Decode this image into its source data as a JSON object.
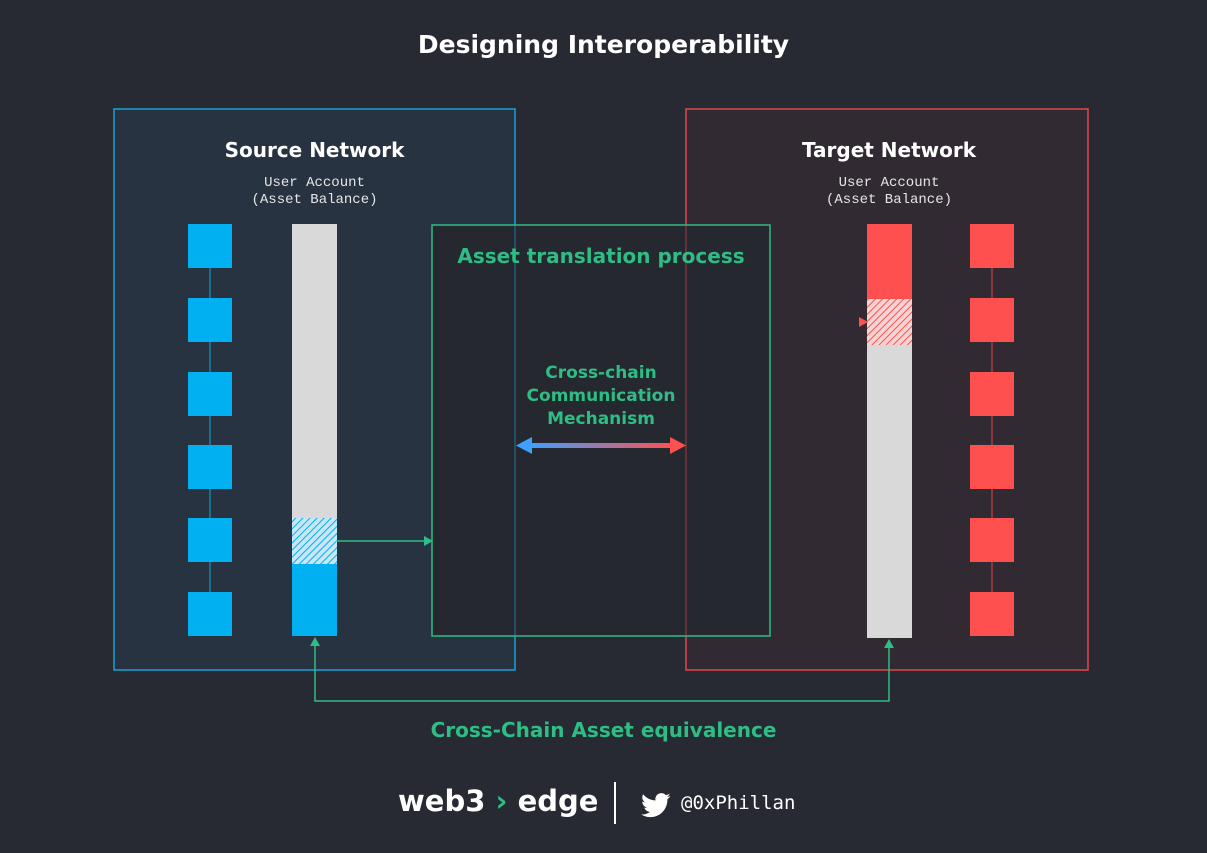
{
  "title": "Designing Interoperability",
  "source": {
    "title": "Source Network",
    "account_line1": "User Account",
    "account_line2": "(Asset Balance)"
  },
  "target": {
    "title": "Target Network",
    "account_line1": "User Account",
    "account_line2": "(Asset Balance)"
  },
  "process": {
    "title": "Asset translation process",
    "mechanism_line1": "Cross-chain",
    "mechanism_line2": "Communication",
    "mechanism_line3": "Mechanism"
  },
  "equivalence_label": "Cross-Chain Asset equivalence",
  "footer": {
    "brand_left": "web3",
    "brand_chevron": "›",
    "brand_right": "edge",
    "handle": "@0xPhillan",
    "icon": "twitter-bird-icon"
  },
  "colors": {
    "background": "#282a33",
    "source_blue": "#00b0f0",
    "target_red": "#ff5050",
    "accent_green": "#2ebd85",
    "bar_gray": "#d9d9d9"
  }
}
